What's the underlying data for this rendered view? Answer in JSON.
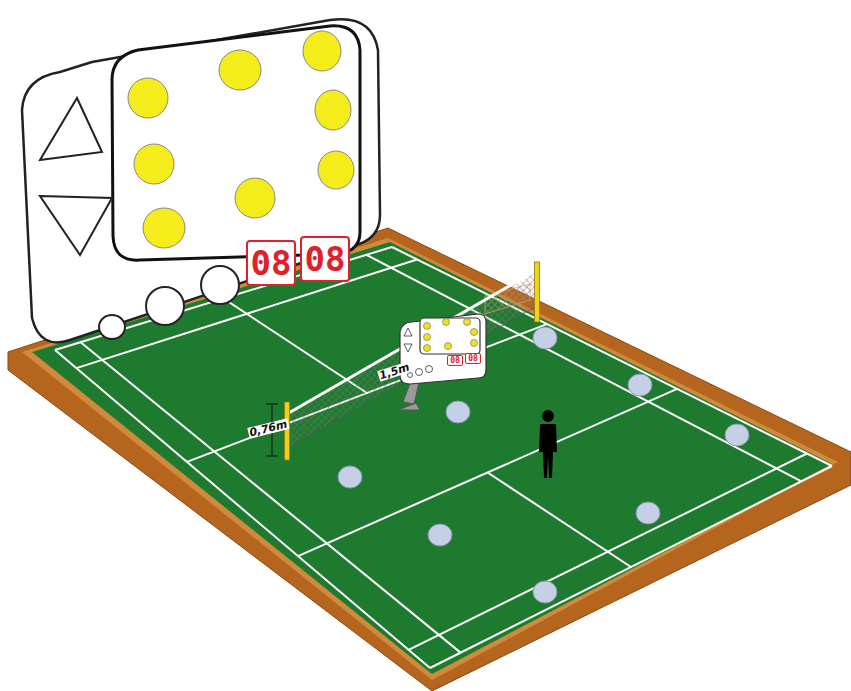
{
  "diagram": {
    "nodes": [
      {
        "text": [
          "08"
        ]
      },
      {
        "text": [
          "08"
        ]
      },
      {
        "text": [
          "08"
        ]
      },
      {
        "text": [
          "08"
        ]
      }
    ],
    "labels": [
      "0,76m",
      "1,5m"
    ]
  }
}
